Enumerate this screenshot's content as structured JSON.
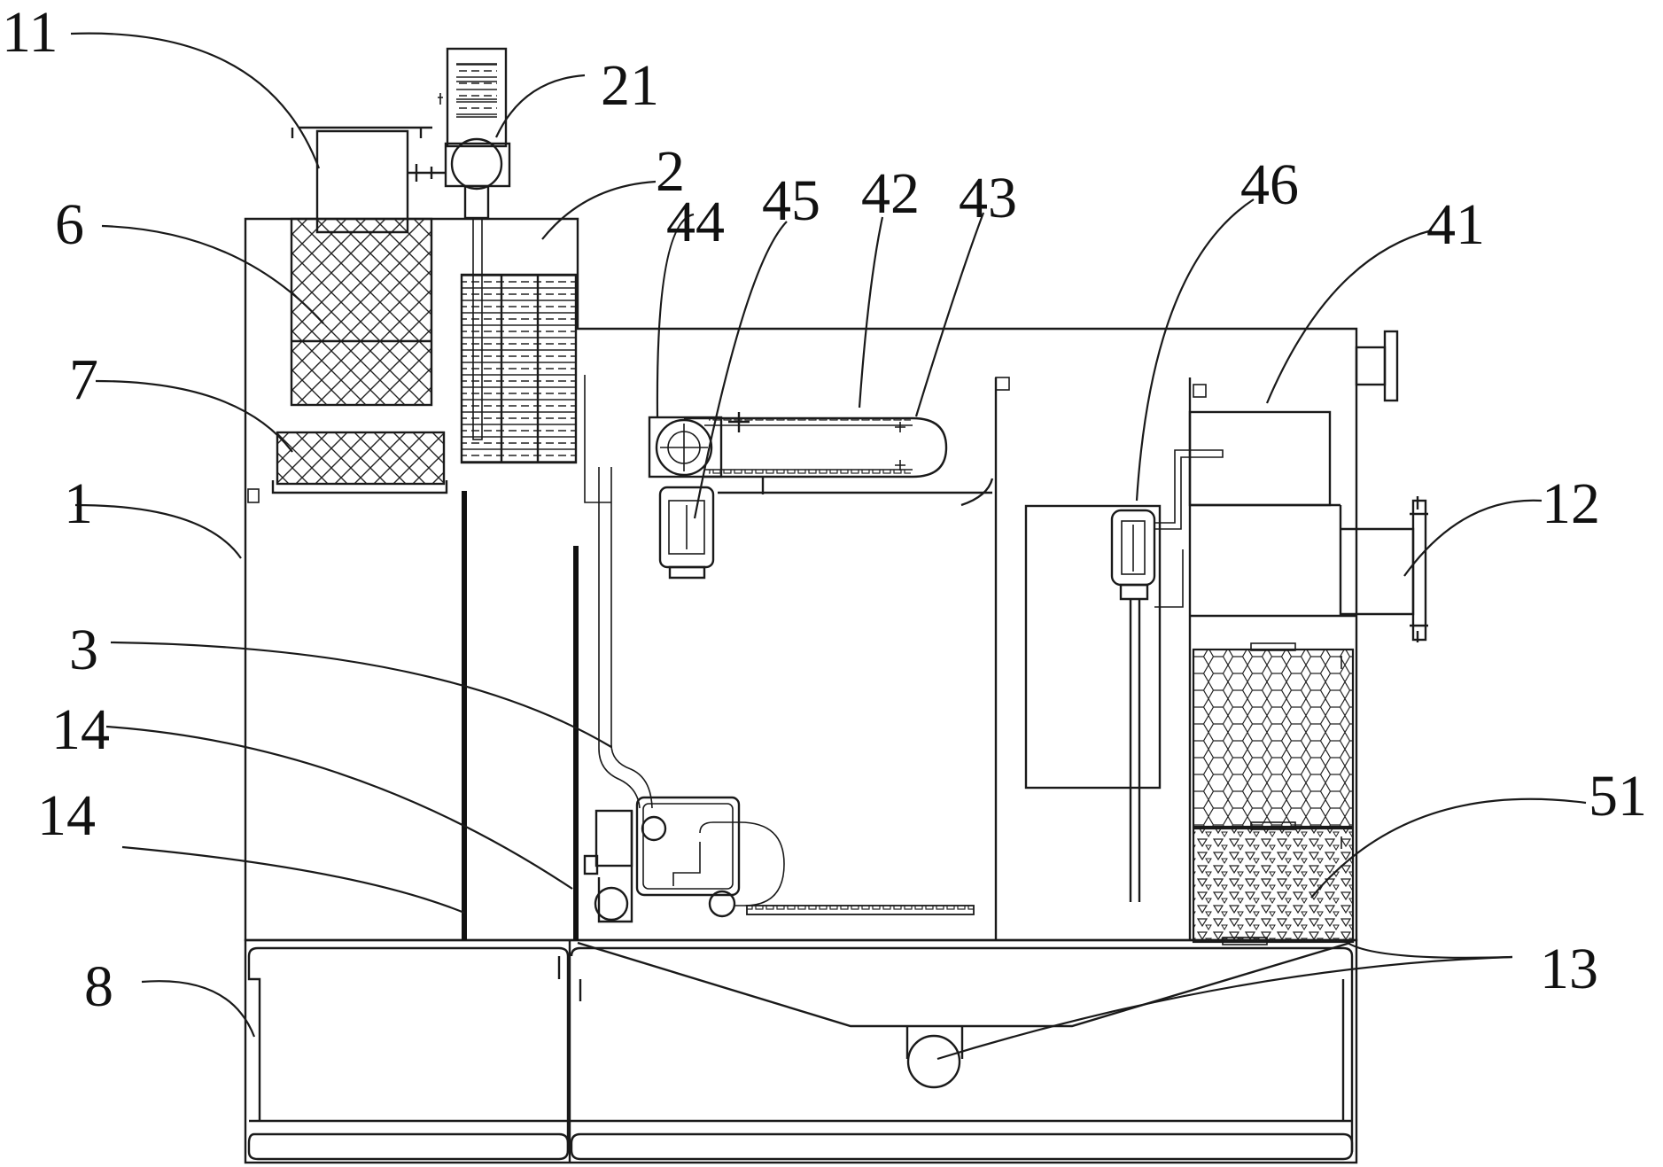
{
  "labels": {
    "l11": "11",
    "l21": "21",
    "l2": "2",
    "l44": "44",
    "l45": "45",
    "l42": "42",
    "l43": "43",
    "l46": "46",
    "l41": "41",
    "l6": "6",
    "l7": "7",
    "l1": "1",
    "l12": "12",
    "l3": "3",
    "l14a": "14",
    "l14b": "14",
    "l51": "51",
    "l8": "8",
    "l13": "13"
  },
  "colors": {
    "line": "#1a1a1a",
    "background": "#ffffff"
  }
}
